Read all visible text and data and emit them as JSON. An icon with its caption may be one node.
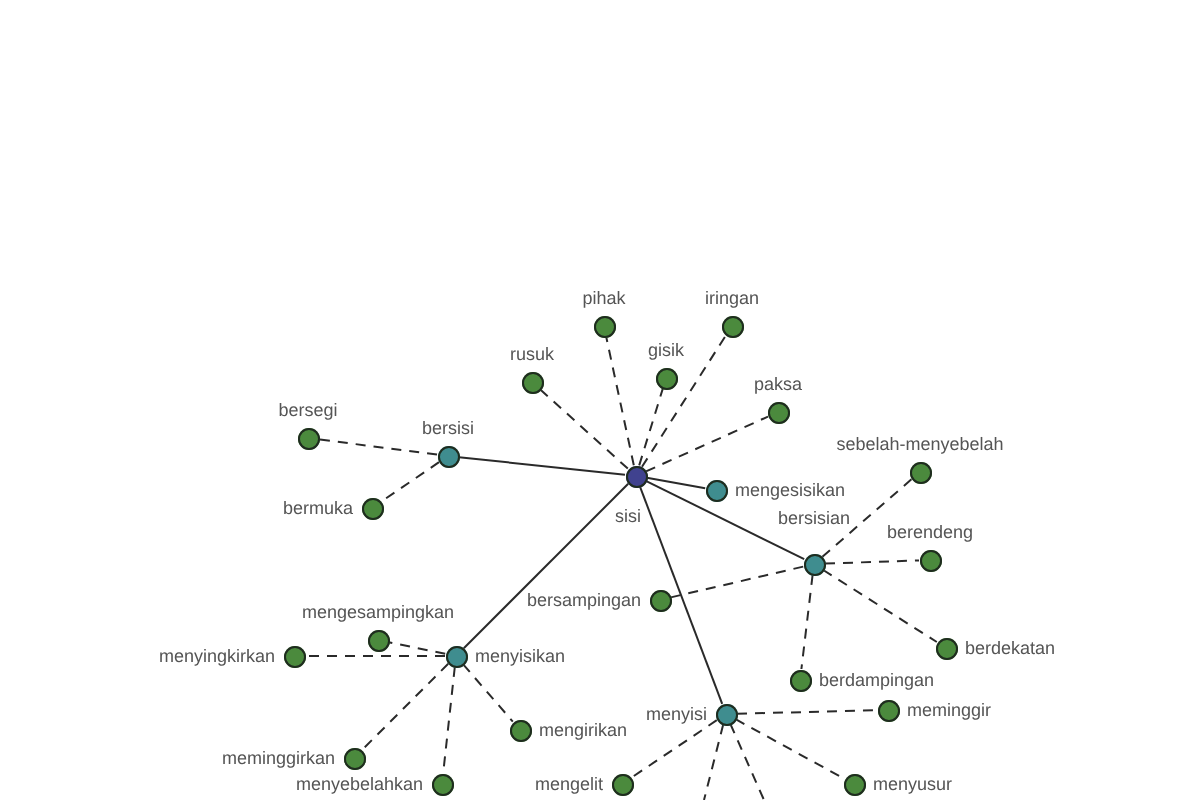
{
  "diagram": {
    "nodes": [
      {
        "text": [
          "sisi"
        ]
      },
      {
        "text": [
          "bersisi"
        ]
      },
      {
        "text": [
          "bersegi"
        ]
      },
      {
        "text": [
          "bermuka"
        ]
      },
      {
        "text": [
          "rusuk"
        ]
      },
      {
        "text": [
          "pihak"
        ]
      },
      {
        "text": [
          "gisik"
        ]
      },
      {
        "text": [
          "iringan"
        ]
      },
      {
        "text": [
          "paksa"
        ]
      },
      {
        "text": [
          "mengesisikan"
        ]
      },
      {
        "text": [
          "bersisian"
        ]
      },
      {
        "text": [
          "sebelah-menyebelah"
        ]
      },
      {
        "text": [
          "berendeng"
        ]
      },
      {
        "text": [
          "berdekatan"
        ]
      },
      {
        "text": [
          "bersampingan"
        ]
      },
      {
        "text": [
          "berdampingan"
        ]
      },
      {
        "text": [
          "meminggir"
        ]
      },
      {
        "text": [
          "menyisikan"
        ]
      },
      {
        "text": [
          "menyingkirkan"
        ]
      },
      {
        "text": [
          "mengesampingkan"
        ]
      },
      {
        "text": [
          "mengirikan"
        ]
      },
      {
        "text": [
          "meminggirkan"
        ]
      },
      {
        "text": [
          "menyebelahkan"
        ]
      },
      {
        "text": [
          "menyisi"
        ]
      },
      {
        "text": [
          "mengelit"
        ]
      },
      {
        "text": [
          "menyusur"
        ]
      }
    ],
    "edges": [
      {
        "from": 0,
        "to": 1,
        "arrow": "none"
      },
      {
        "from": 0,
        "to": 9,
        "arrow": "none"
      },
      {
        "from": 0,
        "to": 10,
        "arrow": "none"
      },
      {
        "from": 0,
        "to": 17,
        "arrow": "none"
      },
      {
        "from": 0,
        "to": 23,
        "arrow": "none"
      },
      {
        "from": 0,
        "to": 4,
        "arrow": "none",
        "style": "dashed"
      },
      {
        "from": 0,
        "to": 5,
        "arrow": "none",
        "style": "dashed"
      },
      {
        "from": 0,
        "to": 6,
        "arrow": "none",
        "style": "dashed"
      },
      {
        "from": 0,
        "to": 7,
        "arrow": "none",
        "style": "dashed"
      },
      {
        "from": 0,
        "to": 8,
        "arrow": "none",
        "style": "dashed"
      },
      {
        "from": 1,
        "to": 2,
        "arrow": "none",
        "style": "dashed"
      },
      {
        "from": 1,
        "to": 3,
        "arrow": "none",
        "style": "dashed"
      },
      {
        "from": 10,
        "to": 11,
        "arrow": "none",
        "style": "dashed"
      },
      {
        "from": 10,
        "to": 12,
        "arrow": "none",
        "style": "dashed"
      },
      {
        "from": 10,
        "to": 13,
        "arrow": "none",
        "style": "dashed"
      },
      {
        "from": 10,
        "to": 14,
        "arrow": "none",
        "style": "dashed"
      },
      {
        "from": 10,
        "to": 15,
        "arrow": "none",
        "style": "dashed"
      },
      {
        "from": 17,
        "to": 18,
        "arrow": "none",
        "style": "dashed"
      },
      {
        "from": 17,
        "to": 19,
        "arrow": "none",
        "style": "dashed"
      },
      {
        "from": 17,
        "to": 20,
        "arrow": "none",
        "style": "dashed"
      },
      {
        "from": 17,
        "to": 21,
        "arrow": "none",
        "style": "dashed"
      },
      {
        "from": 17,
        "to": 22,
        "arrow": "none",
        "style": "dashed"
      },
      {
        "from": 23,
        "to": 16,
        "arrow": "none",
        "style": "dashed"
      },
      {
        "from": 23,
        "to": 24,
        "arrow": "none",
        "style": "dashed"
      },
      {
        "from": 23,
        "to": 25,
        "arrow": "none",
        "style": "dashed"
      },
      {
        "from": 23,
        "to": null,
        "arrow": "none",
        "style": "dashed"
      },
      {
        "from": 23,
        "to": null,
        "arrow": "none",
        "style": "dashed"
      }
    ]
  }
}
